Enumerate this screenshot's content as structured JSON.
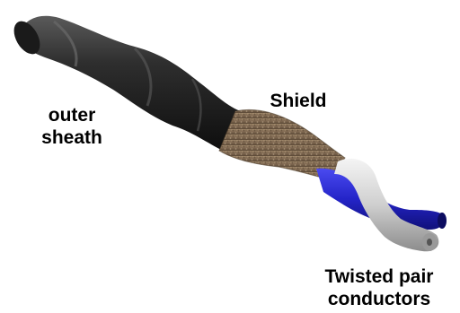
{
  "labels": {
    "outer_sheath": [
      "outer",
      "sheath"
    ],
    "shield": "Shield",
    "twisted_pair": [
      "Twisted pair",
      "conductors"
    ]
  },
  "colors": {
    "background": "#ffffff",
    "sheath": "#2a2a2a",
    "shield_braid": "#8a7258",
    "conductor_blue": "#2b2bd0",
    "conductor_white": "#d8d8d8",
    "label_text": "#000000"
  }
}
